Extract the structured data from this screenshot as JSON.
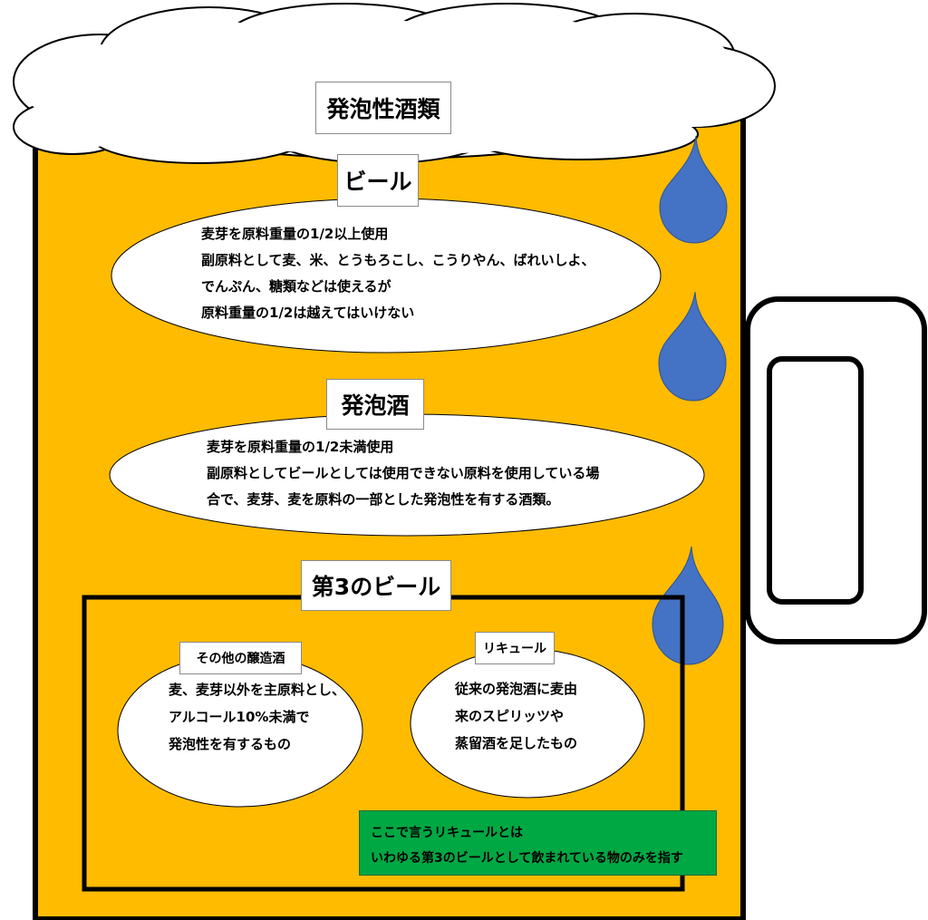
{
  "title": "発泡性酒類",
  "colors": {
    "beer": "#ffbb00",
    "foam": "#ffffff",
    "drop": "#4472c4",
    "note": "#00a844",
    "outline": "#000000"
  },
  "beer": {
    "label": "ビール",
    "lines": [
      "麦芽を原料重量の1/2以上使用",
      "副原料として麦、米、とうもろこし、こうりやん、ばれいしよ、",
      "でんぷん、糖類などは使えるが",
      "原料重量の1/2は越えてはいけない"
    ]
  },
  "happoshu": {
    "label": "発泡酒",
    "lines": [
      "麦芽を原料重量の1/2未満使用",
      "副原料としてビールとしては使用できない原料を使用している場",
      "合で、麦芽、麦を原料の一部とした発泡性を有する酒類。"
    ]
  },
  "third_beer": {
    "label": "第3のビール",
    "other": {
      "label": "その他の醸造酒",
      "lines": [
        "麦、麦芽以外を主原料とし、",
        "アルコール10%未満で",
        "発泡性を有するもの"
      ]
    },
    "liqueur": {
      "label": "リキュール",
      "lines": [
        "従来の発泡酒に麦由",
        "来のスピリッツや",
        "蒸留酒を足したもの"
      ]
    },
    "note": [
      "ここで言うリキュールとは",
      "いわゆる第3のビールとして飲まれている物のみを指す"
    ]
  }
}
